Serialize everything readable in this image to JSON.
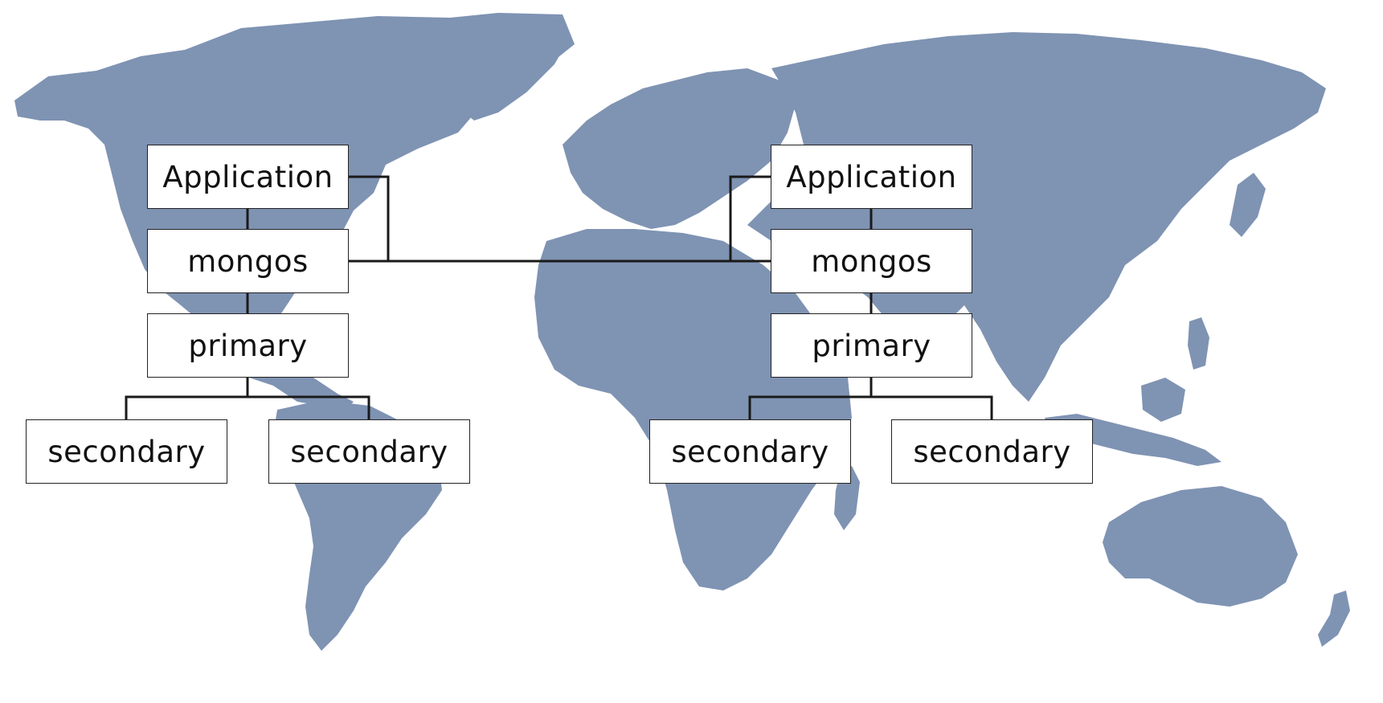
{
  "colors": {
    "land": "#7f93b3",
    "connector": "#1a1a1a",
    "box_border": "#222222",
    "box_fill": "#ffffff"
  },
  "left_site": {
    "application": "Application",
    "mongos": "mongos",
    "primary": "primary",
    "secondaries": [
      "secondary",
      "secondary"
    ]
  },
  "right_site": {
    "application": "Application",
    "mongos": "mongos",
    "primary": "primary",
    "secondaries": [
      "secondary",
      "secondary"
    ]
  }
}
